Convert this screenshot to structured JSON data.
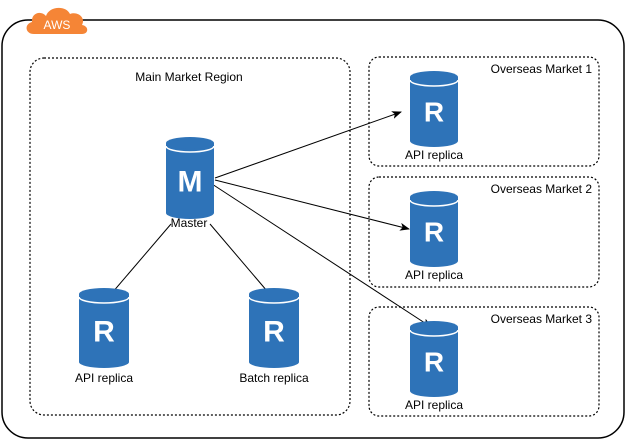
{
  "cloud": {
    "badge_text": "AWS",
    "badge_color": "#F58536",
    "border_color": "#000000"
  },
  "db_color": "#2E73B8",
  "regions": {
    "main": {
      "label": "Main Market Region"
    },
    "overseas": [
      {
        "label": "Overseas Market 1"
      },
      {
        "label": "Overseas Market 2"
      },
      {
        "label": "Overseas Market 3"
      }
    ]
  },
  "nodes": {
    "master": {
      "letter": "M",
      "label": "Master",
      "icon": "database-icon"
    },
    "api_replica_main": {
      "letter": "R",
      "label": "API replica",
      "icon": "database-icon"
    },
    "batch_replica": {
      "letter": "R",
      "label": "Batch replica",
      "icon": "database-icon"
    },
    "api_replica_overseas_1": {
      "letter": "R",
      "label": "API replica",
      "icon": "database-icon"
    },
    "api_replica_overseas_2": {
      "letter": "R",
      "label": "API replica",
      "icon": "database-icon"
    },
    "api_replica_overseas_3": {
      "letter": "R",
      "label": "API replica",
      "icon": "database-icon"
    }
  },
  "edges": [
    {
      "from": "master",
      "to": "api_replica_main"
    },
    {
      "from": "master",
      "to": "batch_replica"
    },
    {
      "from": "master",
      "to": "api_replica_overseas_1"
    },
    {
      "from": "master",
      "to": "api_replica_overseas_2"
    },
    {
      "from": "master",
      "to": "api_replica_overseas_3"
    }
  ]
}
